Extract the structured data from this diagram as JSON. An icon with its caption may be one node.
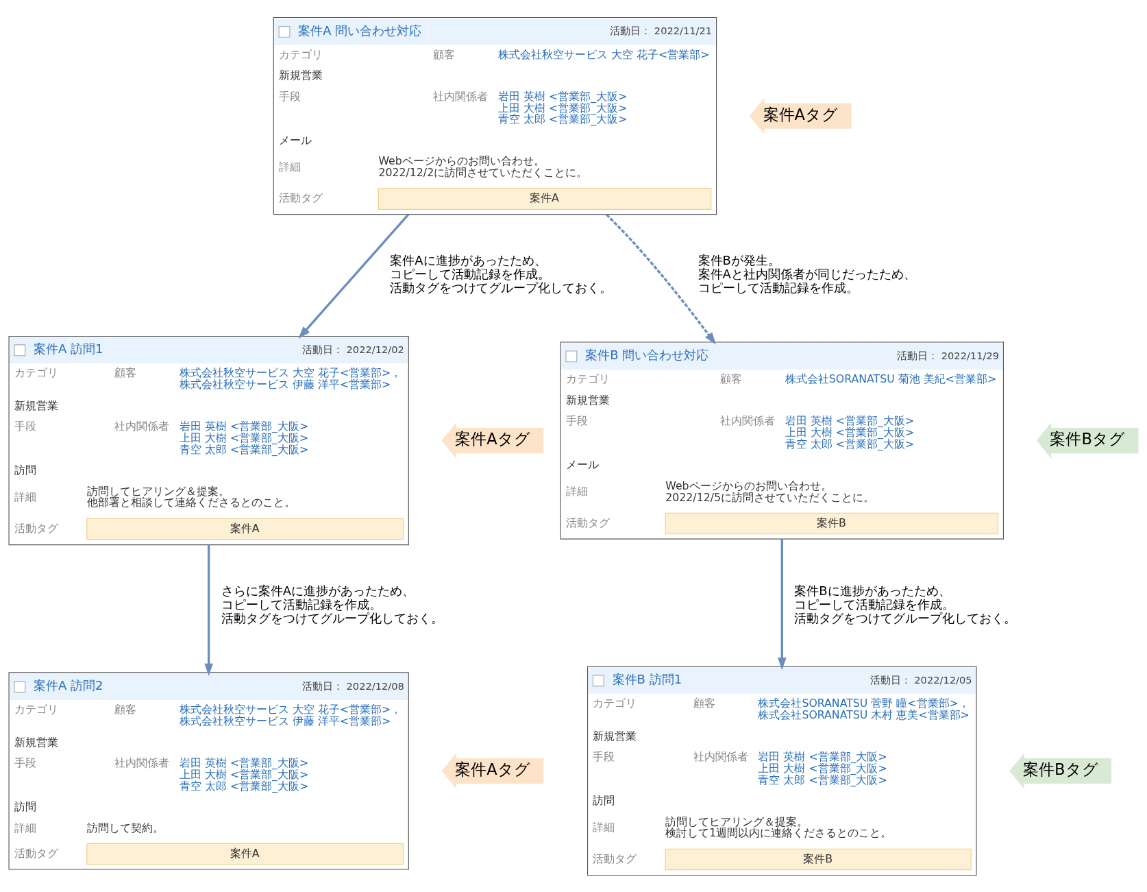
{
  "diagram": {
    "nodes": [
      {
        "text": [
          "案件A 問い合わせ対応",
          "活動日： 2022/11/21",
          "カテゴリ",
          "新規営業",
          "手段",
          "メール",
          "顧客",
          "株式会社秋空サービス 大空 花子<営業部>",
          "社内関係者",
          "岩田 英樹 <営業部_大阪> 上田 大樹 <営業部_大阪> 青空 太郎 <営業部_大阪>",
          "詳細",
          "Webページからのお問い合わせ。2022/12/2に訪問させていただくことに。",
          "活動タグ",
          "案件A"
        ]
      },
      {
        "text": [
          "案件Aタグ"
        ]
      },
      {
        "text": [
          "案件A 訪問1",
          "活動日： 2022/12/02",
          "カテゴリ",
          "新規営業",
          "手段",
          "訪問",
          "顧客",
          "株式会社秋空サービス 大空 花子<営業部>，株式会社秋空サービス 伊藤 洋平<営業部>",
          "社内関係者",
          "岩田 英樹 <営業部_大阪> 上田 大樹 <営業部_大阪> 青空 太郎 <営業部_大阪>",
          "詳細",
          "訪問してヒアリング＆提案。他部署と相談して連絡くださるとのこと。",
          "活動タグ",
          "案件A"
        ]
      },
      {
        "text": [
          "案件Aタグ"
        ]
      },
      {
        "text": [
          "案件B 問い合わせ対応",
          "活動日： 2022/11/29",
          "カテゴリ",
          "新規営業",
          "手段",
          "メール",
          "顧客",
          "株式会社SORANATSU 菊池 美紀<営業部>",
          "社内関係者",
          "岩田 英樹 <営業部_大阪> 上田 大樹 <営業部_大阪> 青空 太郎 <営業部_大阪>",
          "詳細",
          "Webページからのお問い合わせ。2022/12/5に訪問させていただくことに。",
          "活動タグ",
          "案件B"
        ]
      },
      {
        "text": [
          "案件Bタグ"
        ]
      },
      {
        "text": [
          "案件A 訪問2",
          "活動日： 2022/12/08",
          "カテゴリ",
          "新規営業",
          "手段",
          "訪問",
          "顧客",
          "株式会社秋空サービス 大空 花子<営業部>，株式会社秋空サービス 伊藤 洋平<営業部>",
          "社内関係者",
          "岩田 英樹 <営業部_大阪> 上田 大樹 <営業部_大阪> 青空 太郎 <営業部_大阪>",
          "詳細",
          "訪問して契約。",
          "活動タグ",
          "案件A"
        ]
      },
      {
        "text": [
          "案件Aタグ"
        ]
      },
      {
        "text": [
          "案件B 訪問1",
          "活動日： 2022/12/05",
          "カテゴリ",
          "新規営業",
          "手段",
          "訪問",
          "顧客",
          "株式会社SORANATSU 菅野 瞳<営業部>，株式会社SORANATSU 木村 恵美<営業部>",
          "社内関係者",
          "岩田 英樹 <営業部_大阪> 上田 大樹 <営業部_大阪> 青空 太郎 <営業部_大阪>",
          "詳細",
          "訪問してヒアリング＆提案。検討して1週間以内に連絡くださるとのこと。",
          "活動タグ",
          "案件B"
        ]
      },
      {
        "text": [
          "案件Bタグ"
        ]
      }
    ],
    "edges": [
      {
        "from": 0,
        "to": 2,
        "arrow": "to",
        "label": "案件Aに進捗があったため、コピーして活動記録を作成。活動タグをつけてグループ化しておく。"
      },
      {
        "from": 0,
        "to": 4,
        "arrow": "to",
        "style": "dashed",
        "label": "案件Bが発生。案件Aと社内関係者が同じだったため、コピーして活動記録を作成。"
      },
      {
        "from": 2,
        "to": 6,
        "arrow": "to",
        "label": "さらに案件Aに進捗があったため、コピーして活動記録を作成。活動タグをつけてグループ化しておく。"
      },
      {
        "from": 4,
        "to": 8,
        "arrow": "to",
        "label": "案件Bに進捗があったため、コピーして活動記録を作成。活動タグをつけてグループ化しておく。"
      }
    ]
  }
}
